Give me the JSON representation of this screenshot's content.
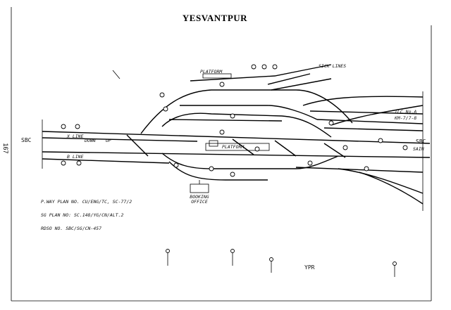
{
  "title": "YESVANTPUR",
  "page_number": "167",
  "labels": {
    "platform_top": "PLATFORM",
    "platform_mid": "PLATFORM",
    "sick_lines": "SICK LINES",
    "sbc_left": "SBC",
    "sbc_right": "SBC",
    "sain": "SAIN",
    "x_line": "X LINE",
    "b_line": "B LINE",
    "down": "DOWN",
    "up": "UP",
    "booking_office": "BOOKING OFFICE",
    "ypr": "YPR",
    "ilc": "ILC No.A",
    "km": "KM-7/7-8"
  },
  "notes": {
    "line1": "P.WAY PLAN NO. CU/ENG/TC, SC-77/2",
    "line2": "SG PLAN NO: SC.148/YG/CN/ALT.2",
    "line3": "RDSO NO. SBC/SG/CN-457"
  }
}
